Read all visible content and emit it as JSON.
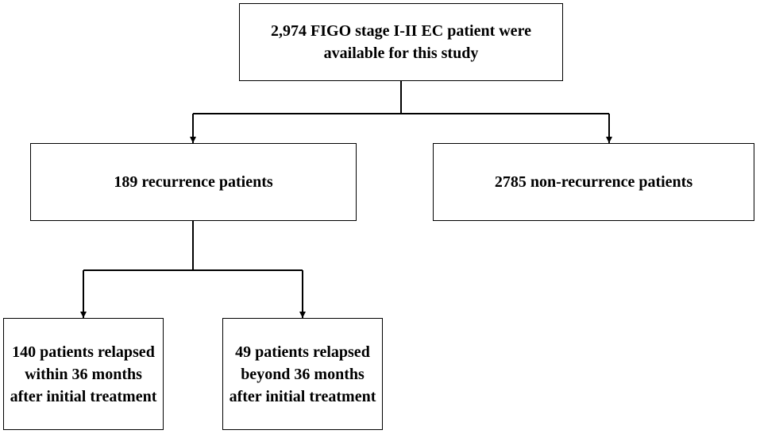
{
  "nodes": {
    "top": {
      "lines": [
        "2,974  FIGO stage I-II EC patient were",
        "available for this study"
      ]
    },
    "recurrence": {
      "lines": [
        "189 recurrence patients"
      ]
    },
    "nonrecurrence": {
      "lines": [
        "2785 non-recurrence patients"
      ]
    },
    "within": {
      "lines": [
        "140 patients relapsed",
        "within 36 months",
        "after initial treatment"
      ]
    },
    "beyond": {
      "lines": [
        "49 patients relapsed",
        "beyond 36 months",
        "after initial treatment"
      ]
    }
  },
  "colors": {
    "line": "#000000",
    "box_border": "#000000",
    "background": "#ffffff"
  }
}
